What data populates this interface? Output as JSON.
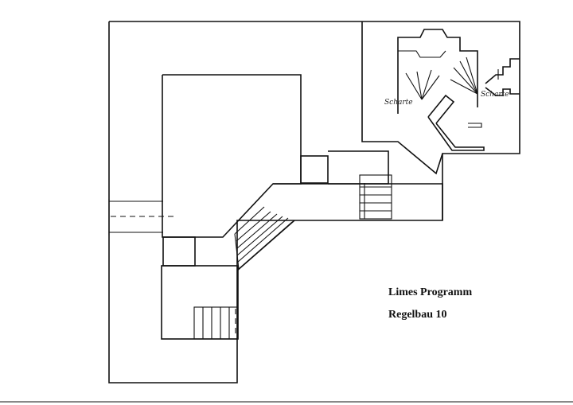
{
  "caption": {
    "line1": "Limes Programm",
    "line2": "Regelbau  10"
  },
  "annotations": {
    "left_loophole": "Scharte",
    "right_loophole": "Scharte"
  }
}
